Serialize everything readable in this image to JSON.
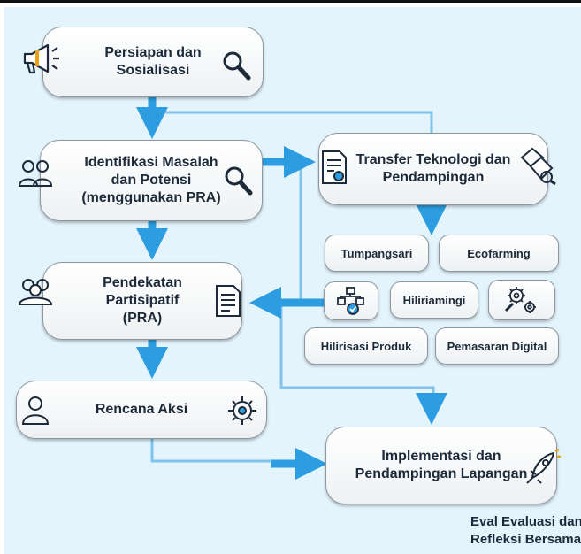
{
  "flow": {
    "step1": {
      "line1": "Persiapan dan",
      "line2": "Sosialisasi"
    },
    "step2": {
      "line1": "Identifikasi Masalah",
      "line2": "dan Potensi",
      "line3": "(menggunakan PRA)"
    },
    "step3": {
      "line1": "Pendekatan",
      "line2": "Partisipatif",
      "line3": "(PRA)"
    },
    "step4": {
      "line1": "Rencana Aksi"
    },
    "transfer": {
      "line1": "Transfer Teknologi dan",
      "line2": "Pendampingan"
    },
    "implementasi": {
      "line1": "Implementasi dan",
      "line2": "Pendampingan Lapangan"
    }
  },
  "options": {
    "tumpangsari": "Tumpangsari",
    "ecofarming": "Ecofarming",
    "hiliriamingi": "Hiliriamingi",
    "hilirisasi": "Hilirisasi Produk",
    "pemasaran": "Pemasaran Digital"
  },
  "footer": {
    "line1": "Eval Evaluasi dan",
    "line2": "Refleksi Bersama"
  },
  "colors": {
    "arrow": "#2b9de0",
    "thin_line": "#7ec4ec",
    "panel": "#e4f4fd"
  },
  "icons": [
    "megaphone-icon",
    "search-icon",
    "people-group-icon",
    "document-gear-icon",
    "puzzle-gear-icon",
    "document-list-icon",
    "network-check-icon",
    "gears-icon",
    "gear-circuit-icon",
    "rocket-icon"
  ]
}
